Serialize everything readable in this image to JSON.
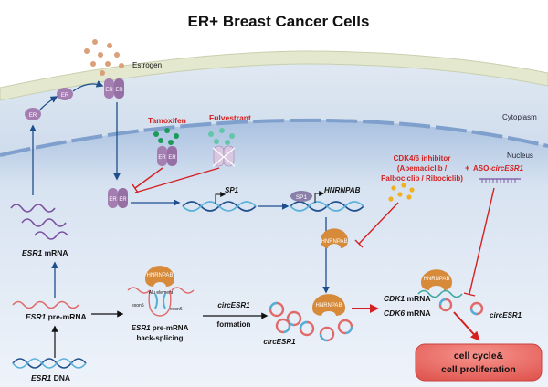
{
  "title": "ER+ Breast Cancer Cells",
  "labels": {
    "estrogen": "Estrogen",
    "cytoplasm": "Cytoplasm",
    "nucleus": "Nucleus",
    "tamoxifen": "Tamoxifen",
    "fulvestrant": "Fulvestrant",
    "cdk_title": "CDK4/6 inhibitor",
    "cdk_drugs1": "(Abemaciclib /",
    "cdk_drugs2": "Palbociclib / Ribociclib)",
    "aso_plus": "+",
    "aso_prefix": "ASO-",
    "aso_gene": "circESR1",
    "sp1": "SP1",
    "hnrnpab_gene": "HNRNPAB",
    "esr1_mrna_gene": "ESR1",
    "esr1_mrna_suffix": " mRNA",
    "esr1_pre_gene": "ESR1",
    "esr1_pre_suffix": " pre-mRNA",
    "esr1_dna_gene": "ESR1",
    "esr1_dna_suffix": " DNA",
    "alu": "Alu element",
    "exon5": "exon5",
    "exon6": "exon6",
    "backsplice_l1_gene": "ESR1",
    "backsplice_l1_suffix": " pre-mRNA",
    "backsplice_l2": "back-splicing",
    "circ_formation_gene": "circESR1",
    "circ_formation_l2": "formation",
    "circ_label_left": "circESR1",
    "circ_label_right": "circESR1",
    "cdk1_gene": "CDK1",
    "cdk6_gene": "CDK6",
    "mrna_suffix": " mRNA",
    "outcome_l1": "cell cycle&",
    "outcome_l2": "cell proliferation",
    "protein_hnrnpab": "HNRNPAB",
    "protein_er": "ER",
    "protein_sp1": "SP1"
  },
  "colors": {
    "membrane": "#e6ebd2",
    "cytoplasm": "#d9e5f2",
    "nucleus": "#b8cde6",
    "arrow_blue": "#1f4e8c",
    "inhibit_red": "#d42020",
    "protein_orange": "#d68a3a",
    "er_purple": "#a47eb0",
    "estrogen_dot": "#d9a07a",
    "tamoxifen_dot": "#1d9a5a",
    "fulvestrant_dot": "#63c6a9",
    "cdk_dot": "#f0b020",
    "outcome_box": "#ed6b66"
  }
}
